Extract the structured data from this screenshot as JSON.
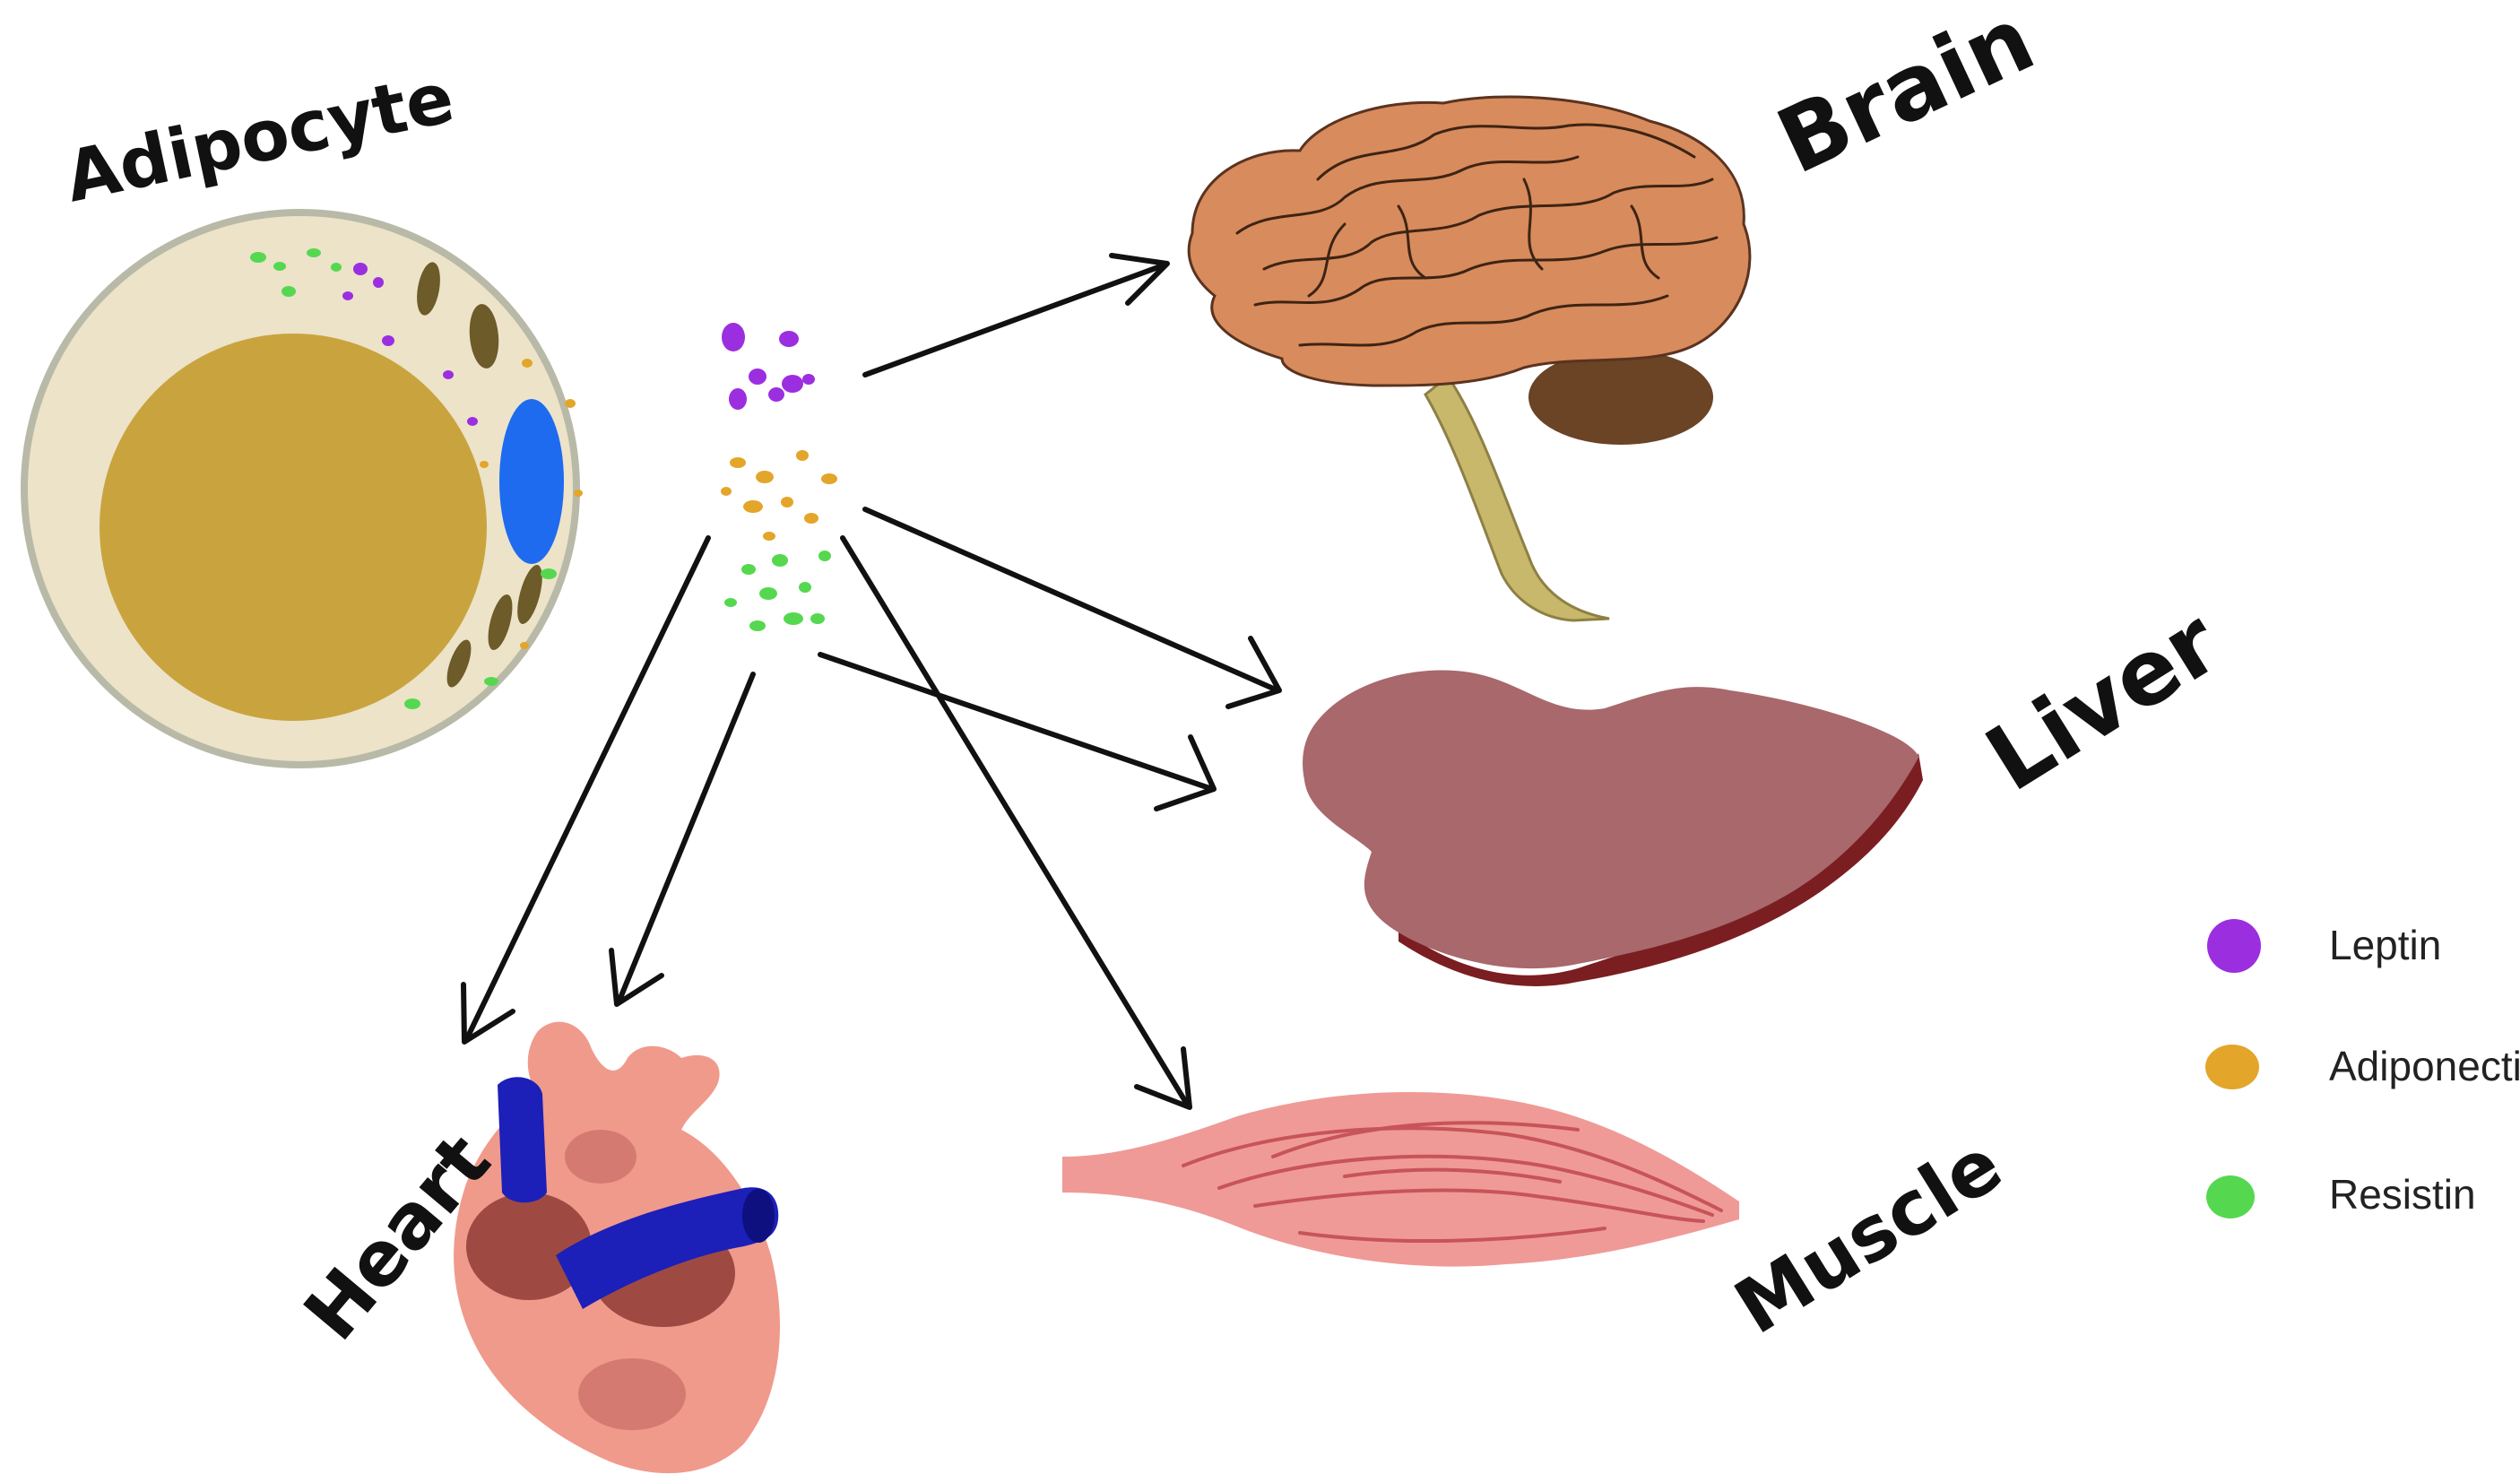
{
  "labels": {
    "adipocyte": "Adipocyte",
    "brain": "Brain",
    "liver": "Liver",
    "heart": "Heart",
    "muscle": "Muscle"
  },
  "legend": [
    {
      "label": "Leptin",
      "color": "#9b2fe0"
    },
    {
      "label": "Adiponectin",
      "color": "#e3a52a"
    },
    {
      "label": "Resistin",
      "color": "#55d84f"
    }
  ],
  "colors": {
    "cell_membrane": "#b9b9a8",
    "cytoplasm": "#ece3c9",
    "lipid_droplet": "#c9a43e",
    "nucleus": "#1e6bf0",
    "brain": "#d88b5c",
    "cerebellum": "#6b4325",
    "brainstem": "#c7b86b",
    "liver": "#a8686c",
    "liver_edge": "#7a1e22",
    "muscle": "#ef9a96",
    "heart": "#f09a8c",
    "heart_vessel": "#1c1fb8",
    "heart_dark": "#9e4a42"
  }
}
